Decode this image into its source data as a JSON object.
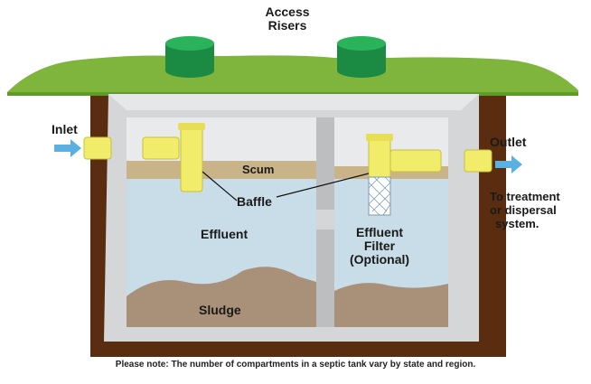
{
  "labels": {
    "access_risers_line1": "Access",
    "access_risers_line2": "Risers",
    "inlet": "Inlet",
    "outlet": "Outlet",
    "outlet_dest_line1": "To treatment",
    "outlet_dest_line2": "or dispersal",
    "outlet_dest_line3": "system.",
    "scum": "Scum",
    "baffle": "Baffle",
    "effluent": "Effluent",
    "sludge": "Sludge",
    "filter_line1": "Effluent",
    "filter_line2": "Filter",
    "filter_line3": "(Optional)"
  },
  "note": "Please note: The number of compartments in a septic tank vary by state and region.",
  "colors": {
    "grass": "#7fb53c",
    "soil": "#5a2d10",
    "tank_wall": "#d4d6d8",
    "effluent": "#c9dde8",
    "scum": "#c9b48a",
    "sludge": "#a89178",
    "pipe": "#f2ec6b",
    "riser": "#1e9a4c",
    "arrow": "#5ab0e0"
  }
}
